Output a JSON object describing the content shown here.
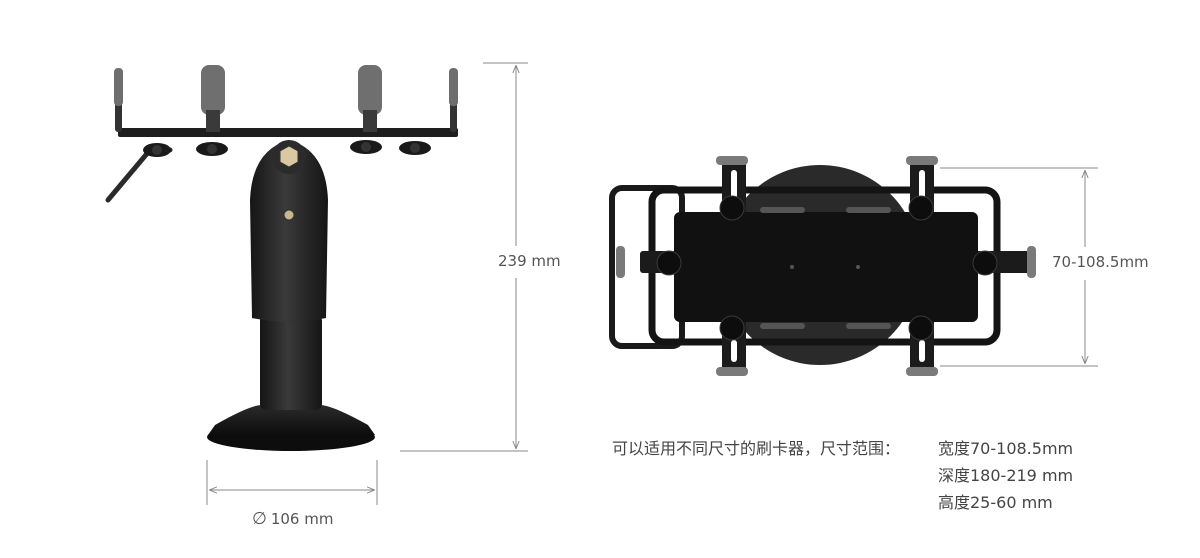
{
  "dimensions": {
    "height": "239 mm",
    "width_range": "70-108.5mm",
    "diameter_symbol": "∅",
    "diameter": "106 mm"
  },
  "specs": {
    "intro": "可以适用不同尺寸的刷卡器，尺寸范围：",
    "width": "宽度70-108.5mm",
    "depth": "深度180-219 mm",
    "height": "高度25-60 mm"
  },
  "colors": {
    "body": "#222222",
    "dark": "#111111",
    "rubber": "#7a7a7a",
    "dimension_line": "#888888",
    "text": "#555555"
  }
}
